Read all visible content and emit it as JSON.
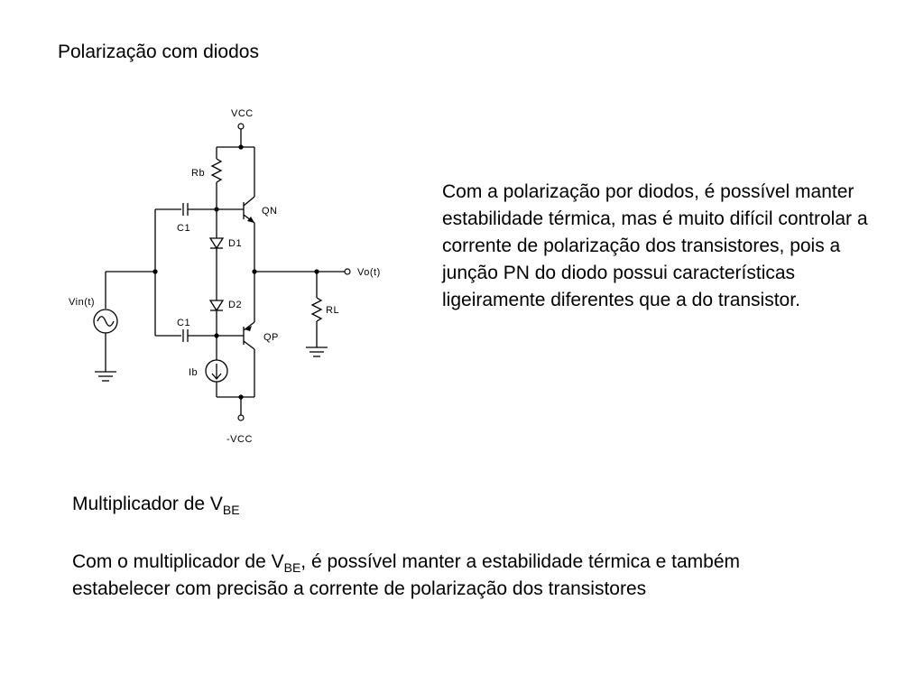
{
  "title": "Polarização com diodos",
  "paragraph_right": "Com a polarização por diodos, é possível manter estabilidade térmica, mas é muito difícil controlar a corrente de polarização dos transistores, pois a junção PN do diodo possui características ligeiramente diferentes que a do transistor.",
  "section2": {
    "heading_main": "Multiplicador de V",
    "heading_sub": "BE",
    "para_part1": "Com o multiplicador de V",
    "para_sub": "BE",
    "para_part2": ", é possível manter a estabilidade térmica e também estabelecer com precisão a corrente de polarização dos transistores"
  },
  "circuit": {
    "vcc": "VCC",
    "neg_vcc": "-VCC",
    "rb": "Rb",
    "qn": "QN",
    "qp": "QP",
    "c1_top": "C1",
    "c1_bottom": "C1",
    "d1": "D1",
    "d2": "D2",
    "vo": "Vo(t)",
    "rl": "RL",
    "vin": "Vin(t)",
    "ib": "Ib"
  }
}
